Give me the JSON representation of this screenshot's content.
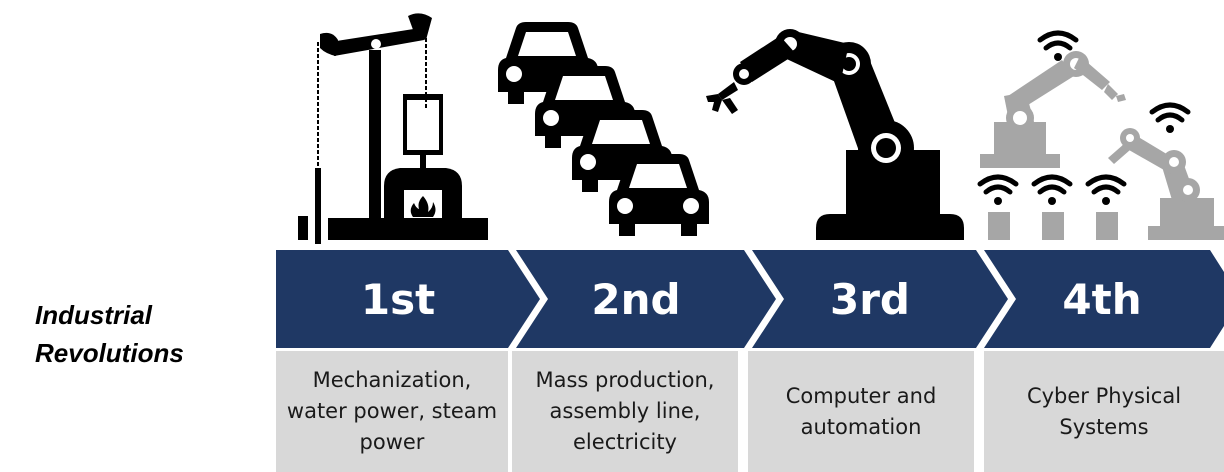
{
  "title": {
    "line1": "Industrial",
    "line2": "Revolutions"
  },
  "stages": [
    {
      "label": "1st",
      "desc": [
        "Mechanization,",
        "water power, steam",
        "power"
      ],
      "icon": "steam-engine-pump-icon"
    },
    {
      "label": "2nd",
      "desc": [
        "Mass production,",
        "assembly line,",
        "electricity"
      ],
      "icon": "assembly-line-cars-icon"
    },
    {
      "label": "3rd",
      "desc": [
        "Computer and",
        "automation"
      ],
      "icon": "robot-arm-icon"
    },
    {
      "label": "4th",
      "desc": [
        "Cyber Physical",
        "Systems"
      ],
      "icon": "connected-robots-wifi-icon"
    }
  ],
  "colors": {
    "arrow": "#1f3864",
    "arrow_text": "#ffffff",
    "desc_box": "#d8d8d8",
    "icon_dark": "#000000",
    "icon_gray": "#a6a6a6"
  }
}
